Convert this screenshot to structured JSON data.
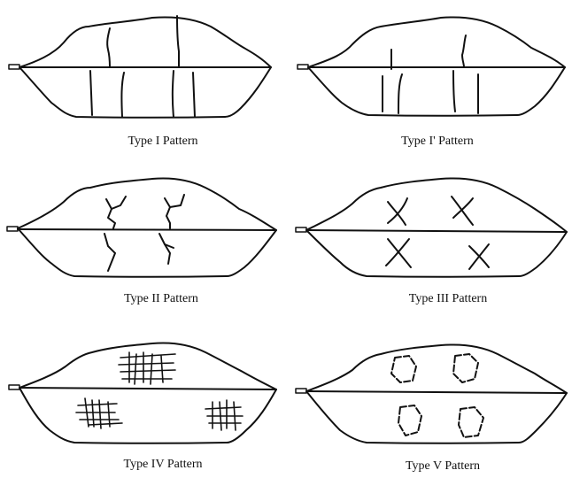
{
  "figure": {
    "panels": [
      {
        "caption": "Type I Pattern",
        "crack_style": "vertical-full"
      },
      {
        "caption": "Type I' Pattern",
        "crack_style": "vertical-partial"
      },
      {
        "caption": "Type II Pattern",
        "crack_style": "diagonal-branching"
      },
      {
        "caption": "Type III Pattern",
        "crack_style": "x-crossing"
      },
      {
        "caption": "Type IV Pattern",
        "crack_style": "grid-network"
      },
      {
        "caption": "Type V Pattern",
        "crack_style": "closed-ring"
      }
    ],
    "colors": {
      "stroke": "#111111",
      "background": "#ffffff"
    }
  }
}
